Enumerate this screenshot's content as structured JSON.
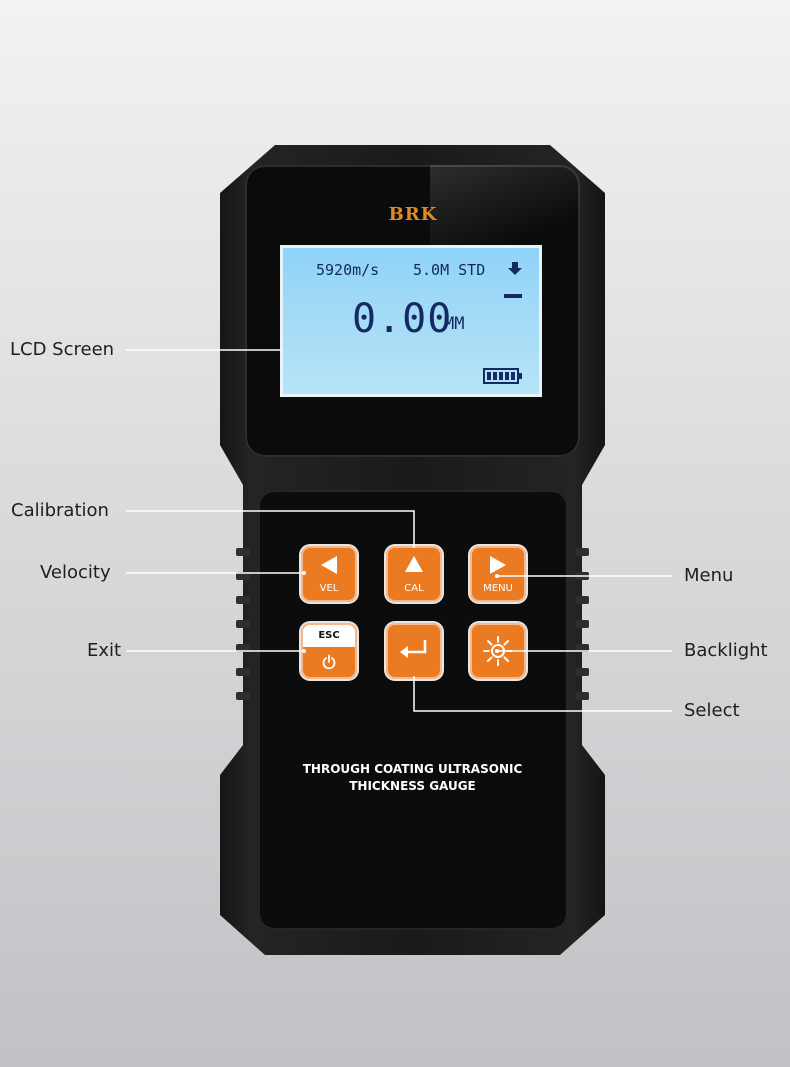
{
  "callouts": {
    "lcd_screen": "LCD Screen",
    "calibration": "Calibration",
    "velocity": "Velocity",
    "exit": "Exit",
    "menu": "Menu",
    "backlight": "Backlight",
    "select": "Select"
  },
  "device": {
    "brand": "BRK",
    "caption_line1": "THROUGH COATING ULTRASONIC",
    "caption_line2": "THICKNESS GAUGE"
  },
  "lcd": {
    "velocity": "5920m/s",
    "probe": "5.0M STD",
    "reading": "0.00",
    "unit": "MM"
  },
  "keys": {
    "vel": "VEL",
    "cal": "CAL",
    "menu": "MENU",
    "esc": "ESC"
  },
  "colors": {
    "key_orange": "#ea7b22",
    "brand_orange": "#e08a22",
    "lcd_blue": "#a9ddf6",
    "lcd_text": "#142a62"
  }
}
